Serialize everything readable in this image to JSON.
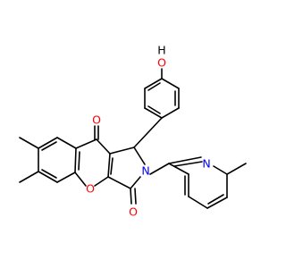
{
  "molecule": {
    "atoms": {
      "hydroxyl_oxygen": "O",
      "hydroxyl_hydrogen": "H",
      "ketone_oxygen": "O",
      "lactam_oxygen": "O",
      "ring_oxygen": "O",
      "pyrrole_nitrogen": "N",
      "pyridine_nitrogen": "N"
    },
    "colors": {
      "bond": "#000000",
      "oxygen": "#ff0000",
      "nitrogen": "#0000ff",
      "hydrogen": "#000000"
    }
  }
}
